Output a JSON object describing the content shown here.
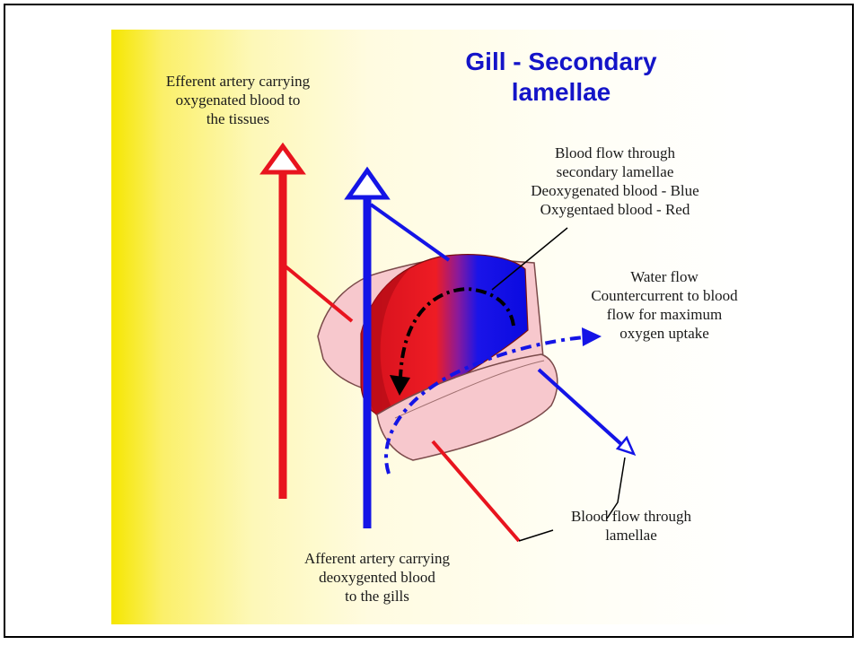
{
  "title": [
    "Gill - Secondary",
    "lamellae"
  ],
  "labels": {
    "efferent": [
      "Efferent artery carrying",
      "oxygenated blood to",
      "the tissues"
    ],
    "blood_flow_secondary": [
      "Blood flow through",
      "secondary lamellae",
      "Deoxygenated blood - Blue",
      "Oxygentaed blood - Red"
    ],
    "water_flow": [
      "Water flow",
      "Countercurrent to blood",
      "flow for maximum",
      "oxygen uptake"
    ],
    "blood_flow_lamellae": [
      "Blood flow through",
      "lamellae"
    ],
    "afferent": [
      "Afferent artery carrying",
      "deoxygented blood",
      "to the gills"
    ]
  },
  "colors": {
    "title": "#1414c8",
    "oxygenated": "#e8141e",
    "deoxygenated": "#1414e6",
    "lamella": "#f6c6cc"
  }
}
